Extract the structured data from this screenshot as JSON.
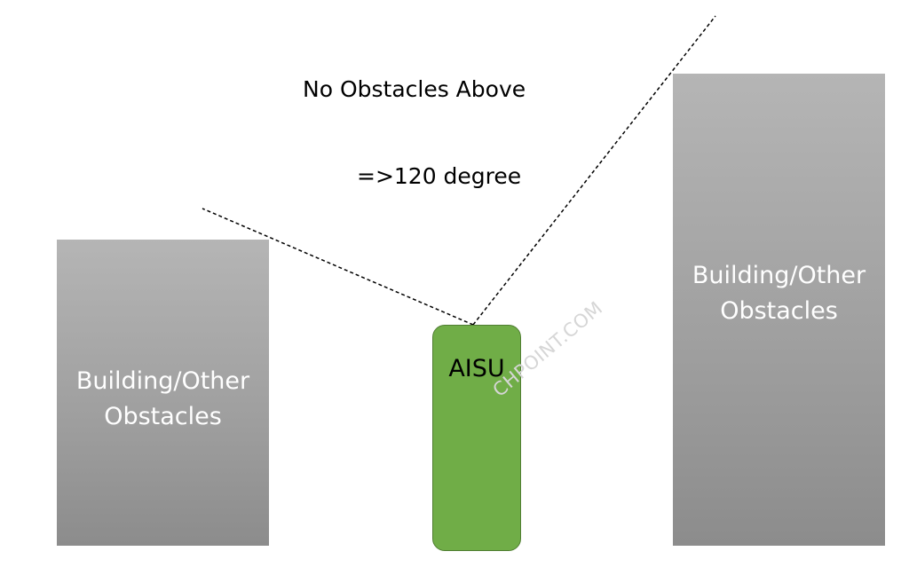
{
  "title": "No Obstacles Above",
  "angle_label": "=>120 degree",
  "buildings": {
    "left": {
      "label_line1": "Building/Other",
      "label_line2": "Obstacles"
    },
    "right": {
      "label_line1": "Building/Other",
      "label_line2": "Obstacles"
    }
  },
  "device": {
    "label": "AISU"
  },
  "watermark": "CHPOINT.COM",
  "colors": {
    "building": "#a6a6a6",
    "device_fill": "#70ad47",
    "device_border": "#507e32",
    "line": "#000000"
  }
}
